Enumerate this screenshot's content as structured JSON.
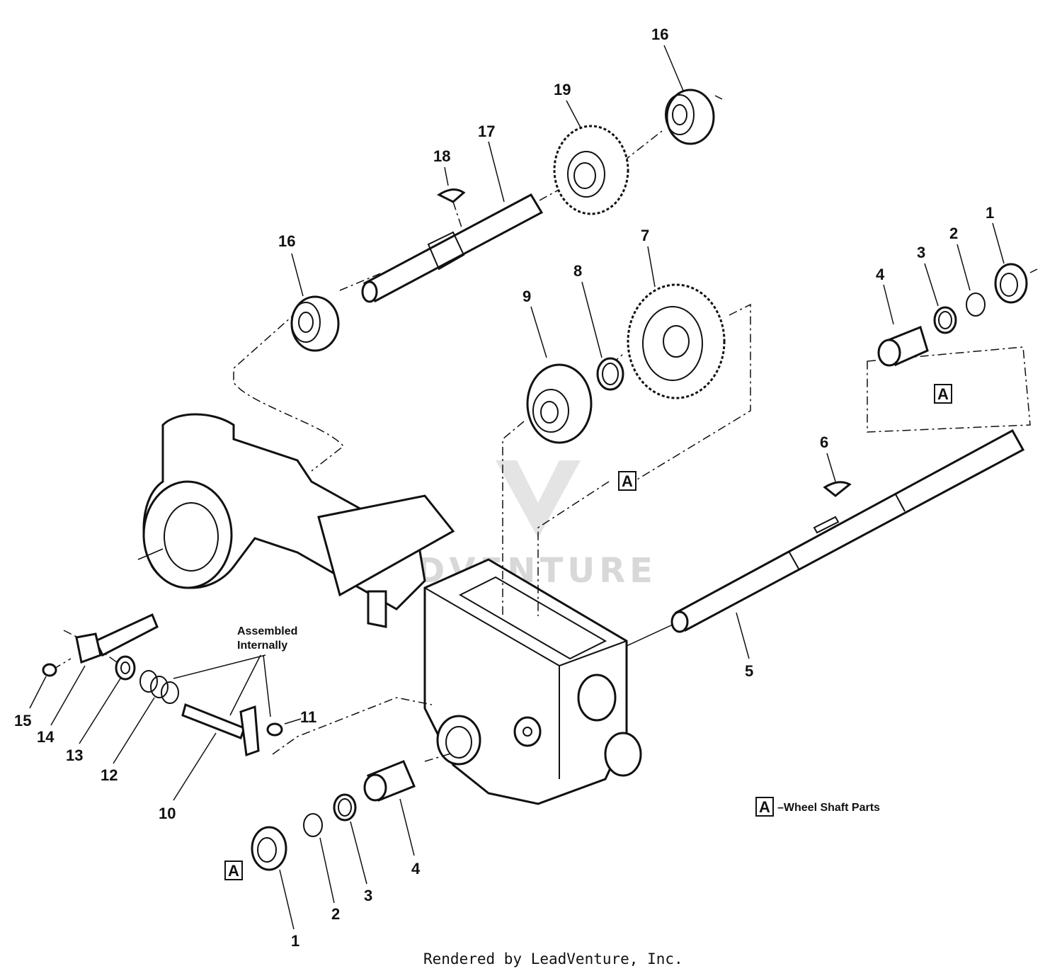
{
  "callouts": [
    {
      "id": "c16a",
      "text": "16"
    },
    {
      "id": "c19",
      "text": "19"
    },
    {
      "id": "c17",
      "text": "17"
    },
    {
      "id": "c18",
      "text": "18"
    },
    {
      "id": "c16b",
      "text": "16"
    },
    {
      "id": "c7",
      "text": "7"
    },
    {
      "id": "c8",
      "text": "8"
    },
    {
      "id": "c9",
      "text": "9"
    },
    {
      "id": "c1a",
      "text": "1"
    },
    {
      "id": "c2a",
      "text": "2"
    },
    {
      "id": "c3a",
      "text": "3"
    },
    {
      "id": "c4a",
      "text": "4"
    },
    {
      "id": "c6",
      "text": "6"
    },
    {
      "id": "c5",
      "text": "5"
    },
    {
      "id": "c11",
      "text": "11"
    },
    {
      "id": "c15",
      "text": "15"
    },
    {
      "id": "c14",
      "text": "14"
    },
    {
      "id": "c13",
      "text": "13"
    },
    {
      "id": "c12",
      "text": "12"
    },
    {
      "id": "c10",
      "text": "10"
    },
    {
      "id": "c4b",
      "text": "4"
    },
    {
      "id": "c3b",
      "text": "3"
    },
    {
      "id": "c2b",
      "text": "2"
    },
    {
      "id": "c1b",
      "text": "1"
    }
  ],
  "group_marker": "A",
  "assembled_note": {
    "line1": "Assembled",
    "line2": "Internally"
  },
  "legend": {
    "marker": "A",
    "text": "–Wheel Shaft Parts"
  },
  "watermark": "LEADVENTURE",
  "footer": "Rendered by LeadVenture, Inc."
}
